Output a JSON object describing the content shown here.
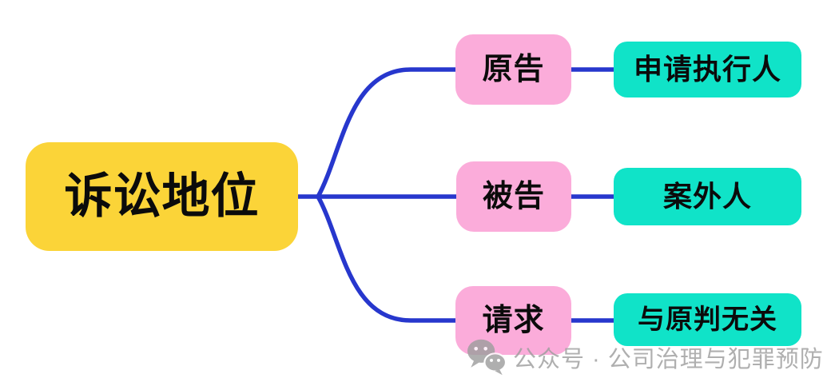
{
  "diagram": {
    "root": {
      "label": "诉讼地位"
    },
    "branches": [
      {
        "label": "原告",
        "child": {
          "label": "申请执行人"
        }
      },
      {
        "label": "被告",
        "child": {
          "label": "案外人"
        }
      },
      {
        "label": "请求",
        "child": {
          "label": "与原判无关"
        }
      }
    ]
  },
  "watermark": {
    "icon": "wechat-icon",
    "text": "公众号 · 公司治理与犯罪预防"
  },
  "colors": {
    "background": "#FFFFFF",
    "root_bg": "#FBD438",
    "branch_bg": "#FBACDA",
    "leaf_bg": "#10E3C8",
    "connector": "#2737CD",
    "node_text": "#0B0B0B",
    "watermark": "#9E9E9E"
  }
}
